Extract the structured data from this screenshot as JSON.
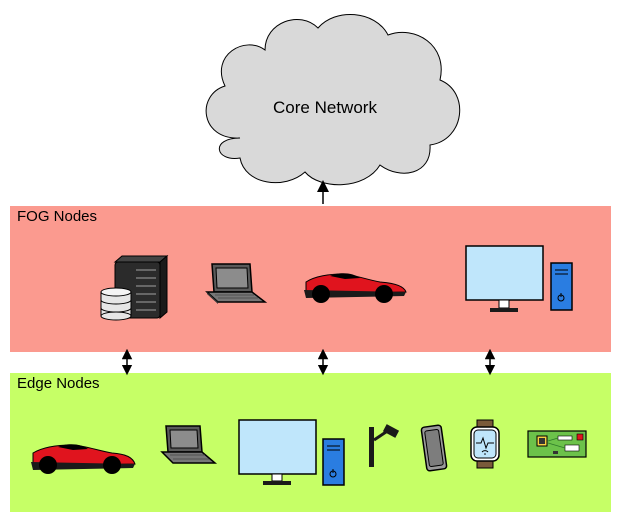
{
  "cloud": {
    "label": "Core Network",
    "fill": "#d9d9d9",
    "stroke": "#000000",
    "icon": "cloud-shape"
  },
  "fog_layer": {
    "label": "FOG Nodes",
    "fill": "#fb9a8f",
    "devices": [
      {
        "name": "server-rack-with-database-icon"
      },
      {
        "name": "laptop-icon"
      },
      {
        "name": "red-sports-car-icon"
      },
      {
        "name": "desktop-monitor-and-tower-icon"
      }
    ]
  },
  "edge_layer": {
    "label": "Edge Nodes",
    "fill": "#c6ff66",
    "devices": [
      {
        "name": "red-sports-car-icon"
      },
      {
        "name": "laptop-icon"
      },
      {
        "name": "desktop-monitor-and-tower-icon"
      },
      {
        "name": "street-camera-icon"
      },
      {
        "name": "smartphone-icon"
      },
      {
        "name": "smartwatch-icon"
      },
      {
        "name": "circuit-board-icon"
      }
    ]
  },
  "connections": [
    {
      "from": "fog_layer",
      "to": "cloud",
      "direction": "up"
    },
    {
      "from": "fog_layer",
      "to": "edge_layer",
      "direction": "both"
    },
    {
      "from": "fog_layer",
      "to": "edge_layer",
      "direction": "both"
    },
    {
      "from": "fog_layer",
      "to": "edge_layer",
      "direction": "both"
    }
  ],
  "colors": {
    "car_red": "#e0141e",
    "screen_blue": "#bfe6fb",
    "tower_blue": "#2a7de1",
    "board_green": "#6cc24a",
    "laptop_gray": "#6d6d6d"
  }
}
